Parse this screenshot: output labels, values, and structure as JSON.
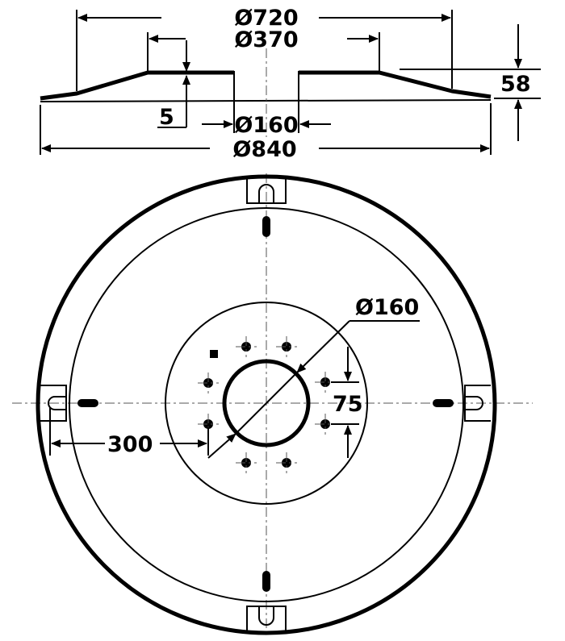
{
  "dimensions": {
    "d720": "Ø720",
    "d370": "Ø370",
    "d160_side": "Ø160",
    "d840": "Ø840",
    "height58": "58",
    "thickness5": "5",
    "d160_plan": "Ø160",
    "r300": "300",
    "spacing75": "75"
  },
  "colors": {
    "line": "#000000",
    "background": "#ffffff"
  }
}
